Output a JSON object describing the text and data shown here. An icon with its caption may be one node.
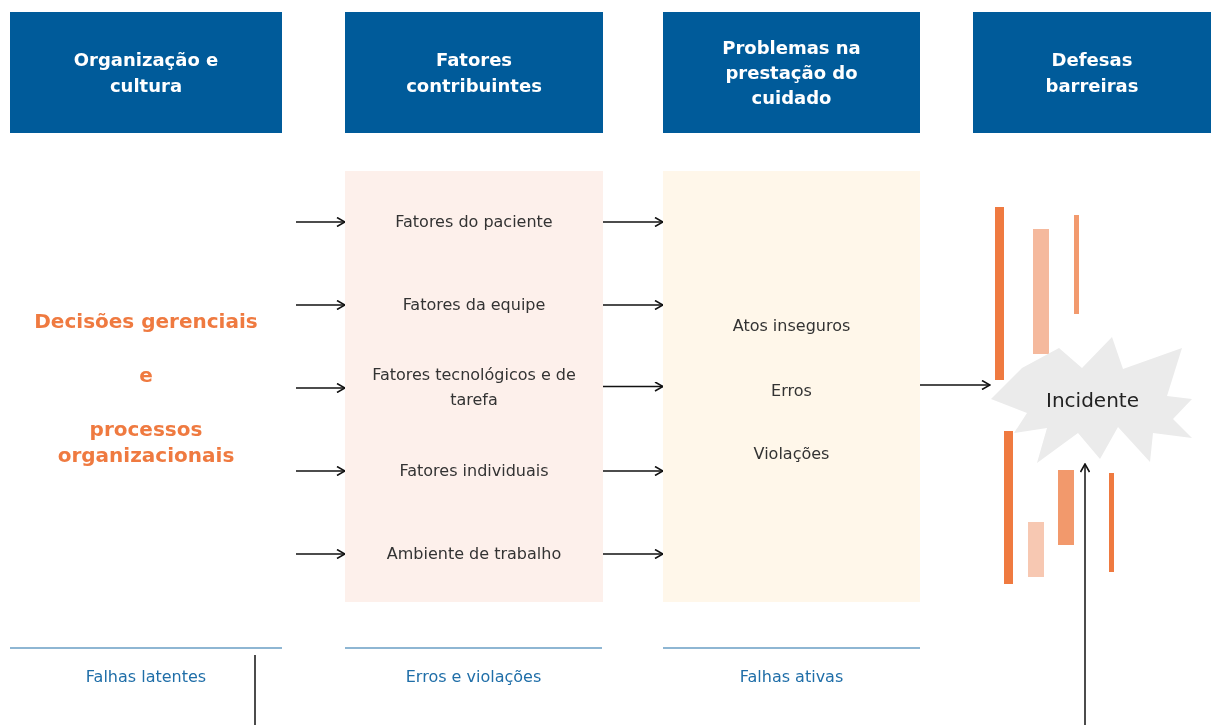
{
  "diagram": {
    "nodes": [
      {
        "text": [
          "Organização e cultura"
        ]
      },
      {
        "text": [
          "Fatores contribuintes"
        ]
      },
      {
        "text": [
          "Problemas na prestação do cuidado"
        ]
      },
      {
        "text": [
          "Defesas barreiras"
        ]
      },
      {
        "text": [
          "Decisões gerenciais",
          "e",
          "processos organizacionais"
        ]
      },
      {
        "text": [],
        "shape": "box"
      },
      {
        "text": [
          "Fatores do paciente"
        ],
        "in": 5
      },
      {
        "text": [
          "Fatores da equipe"
        ],
        "in": 5
      },
      {
        "text": [
          "Fatores tecnológicos e de tarefa"
        ],
        "in": 5
      },
      {
        "text": [
          "Fatores individuais"
        ],
        "in": 5
      },
      {
        "text": [
          "Ambiente de trabalho"
        ],
        "in": 5
      },
      {
        "text": [],
        "shape": "box"
      },
      {
        "text": [
          "Atos inseguros"
        ],
        "in": 11
      },
      {
        "text": [
          "Erros"
        ],
        "in": 11
      },
      {
        "text": [
          "Violações"
        ],
        "in": 11
      },
      {
        "text": [
          "Incidente"
        ]
      }
    ],
    "edges": [
      {
        "from": null,
        "to": 5,
        "arrow": "to"
      },
      {
        "from": null,
        "to": 5,
        "arrow": "to"
      },
      {
        "from": null,
        "to": 5,
        "arrow": "to"
      },
      {
        "from": null,
        "to": 5,
        "arrow": "to"
      },
      {
        "from": null,
        "to": 5,
        "arrow": "to"
      },
      {
        "from": 6,
        "to": 11,
        "arrow": "to"
      },
      {
        "from": 7,
        "to": 11,
        "arrow": "to"
      },
      {
        "from": 8,
        "to": 11,
        "arrow": "to"
      },
      {
        "from": 9,
        "to": 11,
        "arrow": "to"
      },
      {
        "from": 10,
        "to": 11,
        "arrow": "to"
      },
      {
        "from": 11,
        "to": 15,
        "arrow": "to"
      },
      {
        "from": null,
        "to": 15,
        "arrow": "to"
      }
    ],
    "labels": [
      "Falhas latentes",
      "Erros e violações",
      "Falhas ativas"
    ]
  }
}
